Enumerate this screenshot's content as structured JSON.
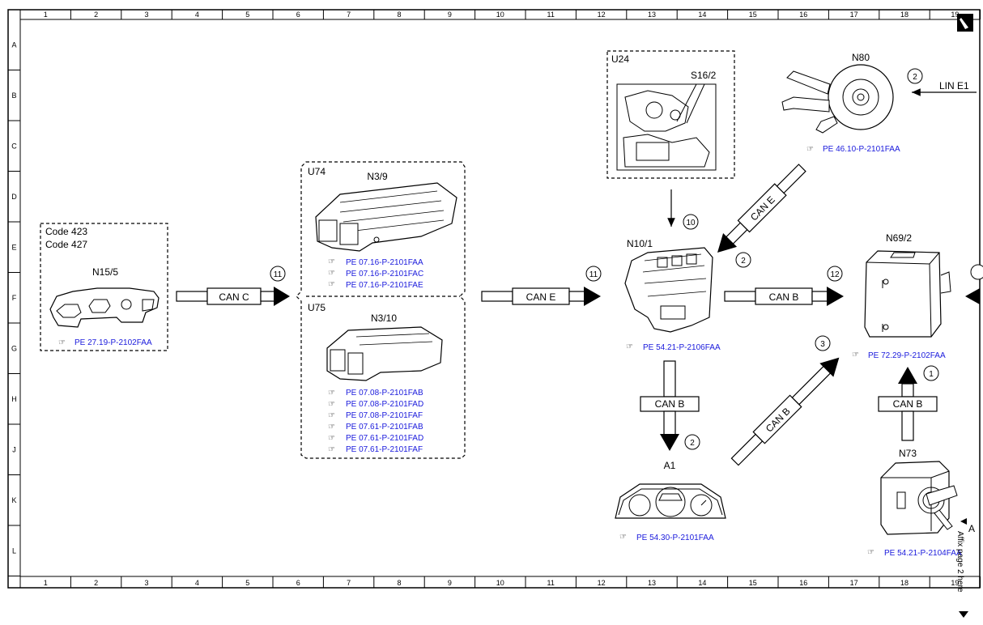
{
  "frame": {
    "col_labels": [
      "1",
      "2",
      "3",
      "4",
      "5",
      "6",
      "7",
      "8",
      "9",
      "10",
      "11",
      "12",
      "13",
      "14",
      "15",
      "16",
      "17",
      "18",
      "19"
    ],
    "row_labels": [
      "A",
      "B",
      "C",
      "D",
      "E",
      "F",
      "G",
      "H",
      "J",
      "K",
      "L"
    ]
  },
  "groups": {
    "code_box": {
      "line1": "Code 423",
      "line2": "Code 427"
    },
    "u74": {
      "label": "U74"
    },
    "u75": {
      "label": "U75"
    },
    "u24": {
      "label": "U24",
      "sub": "S16/2"
    }
  },
  "components": {
    "n15_5": {
      "name": "N15/5",
      "refs": [
        "PE 27.19-P-2102FAA"
      ]
    },
    "n3_9": {
      "name": "N3/9",
      "refs": [
        "PE 07.16-P-2101FAA",
        "PE 07.16-P-2101FAC",
        "PE 07.16-P-2101FAE"
      ]
    },
    "n3_10": {
      "name": "N3/10",
      "refs": [
        "PE 07.08-P-2101FAB",
        "PE 07.08-P-2101FAD",
        "PE 07.08-P-2101FAF",
        "PE 07.61-P-2101FAB",
        "PE 07.61-P-2101FAD",
        "PE 07.61-P-2101FAF"
      ]
    },
    "n10_1": {
      "name": "N10/1",
      "refs": [
        "PE 54.21-P-2106FAA"
      ]
    },
    "n80": {
      "name": "N80",
      "refs": [
        "PE 46.10-P-2101FAA"
      ]
    },
    "n69_2": {
      "name": "N69/2",
      "refs": [
        "PE 72.29-P-2102FAA"
      ]
    },
    "a1": {
      "name": "A1",
      "refs": [
        "PE 54.30-P-2101FAA"
      ]
    },
    "n73": {
      "name": "N73",
      "refs": [
        "PE 54.21-P-2104FAA"
      ]
    },
    "edge_a": {
      "name": "A"
    }
  },
  "buses": {
    "can_c": "CAN C",
    "can_e_1": "CAN E",
    "can_e_2": "CAN E",
    "can_b_1": "CAN B",
    "can_b_2": "CAN B",
    "can_b_3": "CAN B",
    "can_b_4": "CAN B",
    "lin_e1": "LIN E1"
  },
  "steps": {
    "s11a": "11",
    "s11b": "11",
    "s10": "10",
    "s2a": "2",
    "s2b": "2",
    "s2c": "2",
    "s12": "12",
    "s3": "3",
    "s1": "1"
  },
  "side_note": "Affix page 2 here"
}
